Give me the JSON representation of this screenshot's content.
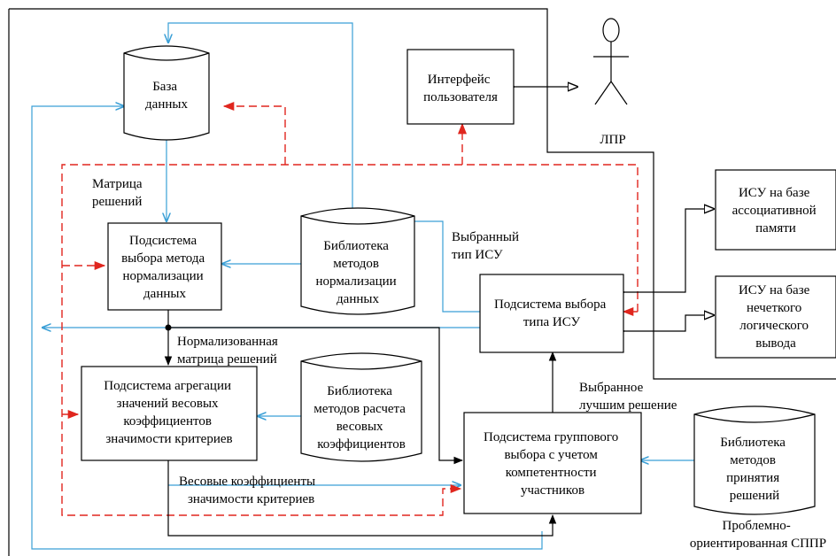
{
  "colors": {
    "blue_flow": "#3a9fd6",
    "red_flow": "#e0261e",
    "black_flow": "#000000"
  },
  "nodes": {
    "database": [
      "База",
      "данных"
    ],
    "user_interface": [
      "Интерфейс",
      "пользователя"
    ],
    "dm": [
      "ЛПР"
    ],
    "norm_subsystem": [
      "Подсистема",
      "выбора метода",
      "нормализации",
      "данных"
    ],
    "norm_library": [
      "Библиотека",
      "методов",
      "нормализации",
      "данных"
    ],
    "agg_subsystem": [
      "Подсистема агрегации",
      "значений весовых",
      "коэффициентов",
      "значимости критериев"
    ],
    "weights_library": [
      "Библиотека",
      "методов расчета",
      "весовых",
      "коэффициентов"
    ],
    "group_subsystem": [
      "Подсистема группового",
      "выбора с учетом",
      "компетентности",
      "участников"
    ],
    "decision_library": [
      "Библиотека",
      "методов",
      "принятия",
      "решений"
    ],
    "isu_subsystem": [
      "Подсистема выбора",
      "типа ИСУ"
    ],
    "isu_assoc": [
      "ИСУ на базе",
      "ассоциативной",
      "памяти"
    ],
    "isu_fuzzy": [
      "ИСУ на базе",
      "нечеткого",
      "логического",
      "вывода"
    ]
  },
  "labels": {
    "decision_matrix": [
      "Матрица",
      "решений"
    ],
    "selected_type": [
      "Выбранный",
      "тип ИСУ"
    ],
    "normalized_matrix": [
      "Нормализованная",
      "матрица решений"
    ],
    "best_decision": [
      "Выбранное",
      "лучшим решение"
    ],
    "weights": [
      "Весовые коэффициенты",
      "значимости критериев"
    ],
    "dss": [
      "Проблемно-",
      "ориентированная СППР"
    ]
  }
}
